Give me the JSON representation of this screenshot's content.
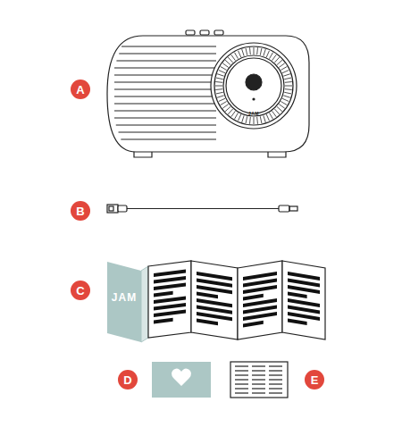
{
  "diagram": {
    "labels": [
      "A",
      "JAM",
      "B",
      "C",
      "JAM",
      "D",
      "E"
    ]
  }
}
